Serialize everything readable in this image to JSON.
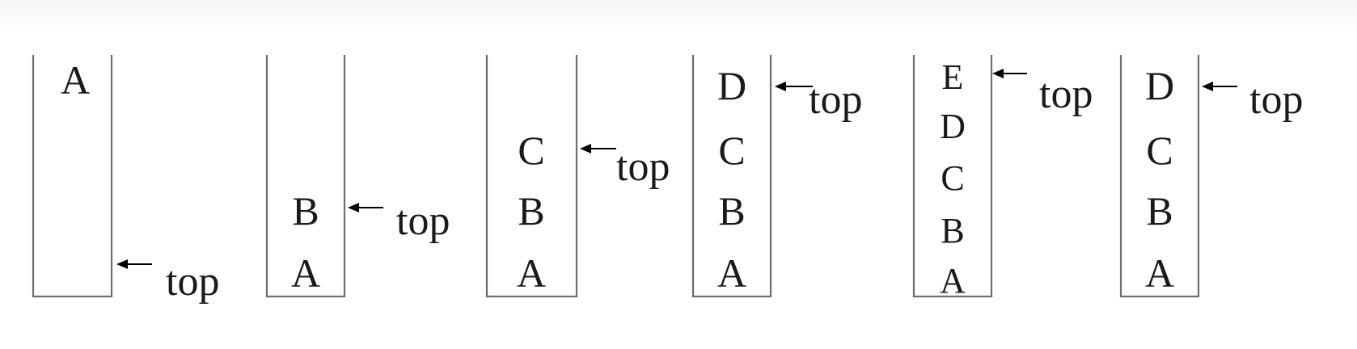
{
  "stacks": [
    {
      "elements": [
        "A"
      ],
      "top_label": "top",
      "top_points_to": "empty slot"
    },
    {
      "elements": [
        "A",
        "B"
      ],
      "top_label": "top",
      "top_points_to": "B"
    },
    {
      "elements": [
        "A",
        "B",
        "C"
      ],
      "top_label": "top",
      "top_points_to": "C"
    },
    {
      "elements": [
        "A",
        "B",
        "C",
        "D"
      ],
      "top_label": "top",
      "top_points_to": "D"
    },
    {
      "elements": [
        "A",
        "B",
        "C",
        "D",
        "E"
      ],
      "top_label": "top",
      "top_points_to": "E"
    },
    {
      "elements": [
        "A",
        "B",
        "C",
        "D"
      ],
      "top_label": "top",
      "top_points_to": "D"
    }
  ]
}
